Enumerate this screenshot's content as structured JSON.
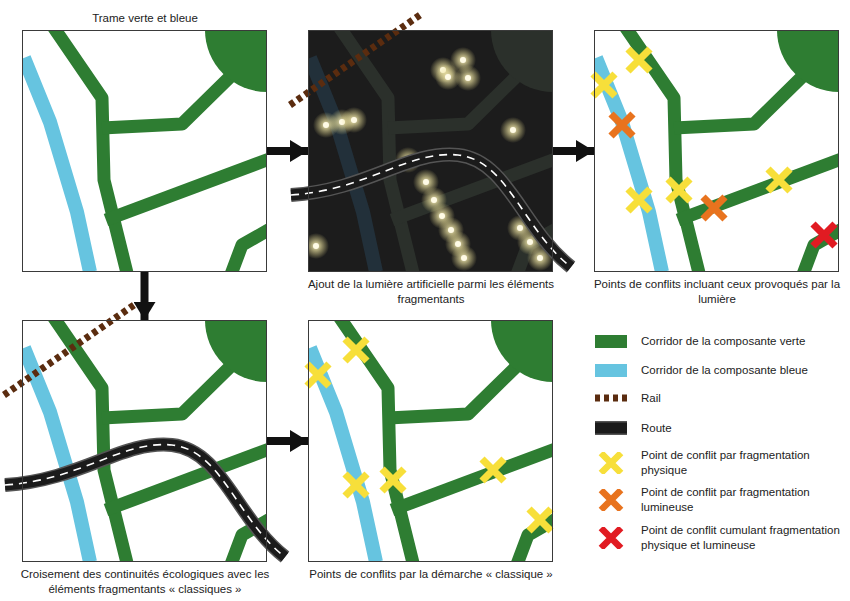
{
  "diagram": {
    "nodes": [
      {
        "text": [
          "Trame verte et bleue"
        ]
      },
      {
        "text": [
          "Ajout de la lumière artificielle parmi les éléments fragmentants"
        ]
      },
      {
        "text": [
          "Points de conflits incluant ceux provoqués par la lumière"
        ]
      },
      {
        "text": [
          "Croisement des continuités écologiques avec les éléments fragmentants « classiques »"
        ]
      },
      {
        "text": [
          "Points de conflits par la démarche « classique »"
        ]
      }
    ],
    "edges": [
      {
        "from": 0,
        "to": 1,
        "arrow": "to"
      },
      {
        "from": 1,
        "to": 2,
        "arrow": "to"
      },
      {
        "from": 0,
        "to": 3,
        "arrow": "to"
      },
      {
        "from": 3,
        "to": 4,
        "arrow": "to"
      }
    ],
    "legend": [
      {
        "text": "Corridor de la composante verte",
        "color": "#2e7d32"
      },
      {
        "text": "Corridor de la composante bleue",
        "color": "#66c4e0"
      },
      {
        "text": "Rail"
      },
      {
        "text": "Route"
      },
      {
        "text": "Point de conflit par fragmentation physique"
      },
      {
        "text": "Point de conflit par fragmentation lumineuse"
      },
      {
        "text": "Point de conflit cumulant fragmentation physique et lumineuse"
      }
    ]
  }
}
